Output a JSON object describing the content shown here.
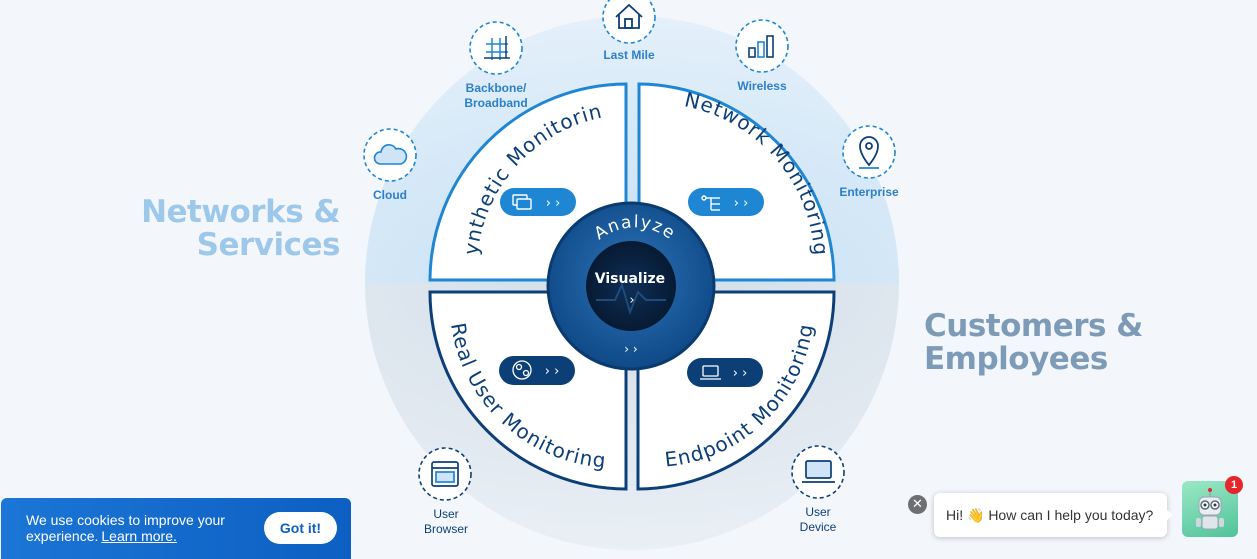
{
  "section_titles": {
    "networks": [
      "Networks &",
      "Services"
    ],
    "customers": [
      "Customers &",
      "Employees"
    ]
  },
  "quadrants": {
    "synthetic": "Synthetic Monitoring",
    "network": "Network Monitoring",
    "rum": "Real User Monitoring",
    "endpoint": "Endpoint Monitoring"
  },
  "center": {
    "analyze": "Analyze",
    "visualize": "Visualize",
    "chevron_small": "›",
    "chevron_double": "› ›"
  },
  "quadrant_button_arrow": "› ›",
  "satellites": {
    "last_mile": [
      "Last Mile"
    ],
    "backbone": [
      "Backbone/",
      "Broadband"
    ],
    "wireless": [
      "Wireless"
    ],
    "cloud": [
      "Cloud"
    ],
    "enterprise": [
      "Enterprise"
    ],
    "user_browser": [
      "User",
      "Browser"
    ],
    "user_device": [
      "User",
      "Device"
    ]
  },
  "cookie": {
    "text": "We use cookies to improve your experience.",
    "link": "Learn more.",
    "button": "Got it!"
  },
  "chat": {
    "message": "Hi! 👋 How can I help you today?",
    "badge": "1",
    "close": "✕"
  },
  "colors": {
    "navy": "#0d3f77",
    "accent_blue": "#1f86d4",
    "light_blue": "#cfe4f6",
    "page_bg": "#f3f7fc"
  }
}
